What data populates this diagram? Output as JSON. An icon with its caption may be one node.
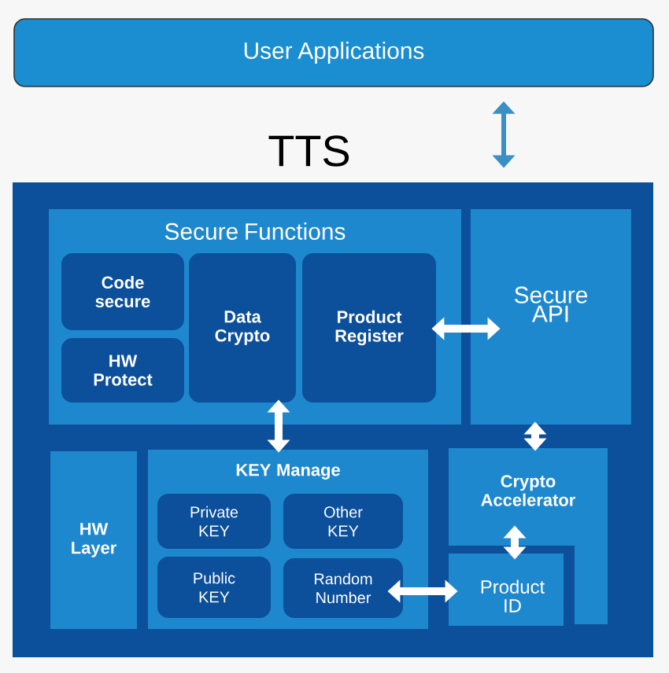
{
  "diagram": {
    "nodes": [
      {
        "text": [
          "User Applications"
        ]
      },
      {
        "text": [
          "TTS"
        ]
      },
      {
        "text": [
          "Secure Functions"
        ],
        "in": 1
      },
      {
        "text": [
          "Code secure"
        ],
        "in": 2
      },
      {
        "text": [
          "HW Protect"
        ],
        "in": 2
      },
      {
        "text": [
          "Data Crypto"
        ],
        "in": 2
      },
      {
        "text": [
          "Product Register"
        ],
        "in": 2
      },
      {
        "text": [
          "Secure API"
        ],
        "in": 1
      },
      {
        "text": [
          "HW Layer"
        ],
        "in": 1
      },
      {
        "text": [
          "KEY Manage"
        ],
        "in": 1
      },
      {
        "text": [
          "Private KEY"
        ],
        "in": 9
      },
      {
        "text": [
          "Other KEY"
        ],
        "in": 9
      },
      {
        "text": [
          "Public KEY"
        ],
        "in": 9
      },
      {
        "text": [
          "Random Number"
        ],
        "in": 9
      },
      {
        "text": [
          "Crypto Accelerator"
        ],
        "in": 1
      },
      {
        "text": [
          "Product ID"
        ],
        "in": 1
      }
    ],
    "edges": [
      {
        "from": 0,
        "to": 1,
        "arrow": "both",
        "color": "#3a8fc4"
      },
      {
        "from": 6,
        "to": 7,
        "arrow": "both"
      },
      {
        "from": 5,
        "to": 9,
        "arrow": "both"
      },
      {
        "from": 7,
        "to": 14,
        "arrow": "both"
      },
      {
        "from": 14,
        "to": 15,
        "arrow": "both"
      },
      {
        "from": 13,
        "to": 15,
        "arrow": "both"
      }
    ]
  }
}
